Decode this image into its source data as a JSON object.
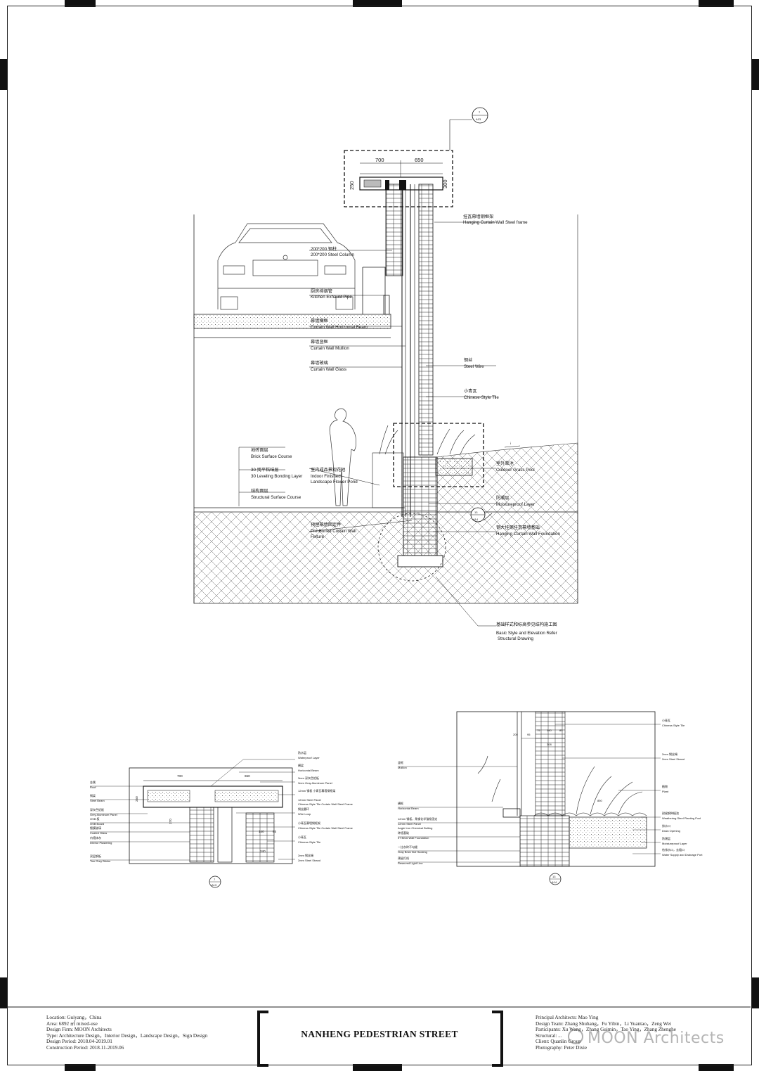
{
  "main_section": {
    "callout_top": {
      "num": "7",
      "sheet": "A13"
    },
    "callout_bottom": {
      "num": "13",
      "sheet": "A14"
    },
    "dims_top": [
      "700",
      "650"
    ],
    "dims_side": [
      "250",
      "300"
    ],
    "labels": [
      {
        "cn": "挂瓦幕墙钢框架",
        "en": "Hanging Curtain Wall Steel frame"
      },
      {
        "cn": "200*200 钢柱",
        "en": "200*200 Steel Column"
      },
      {
        "cn": "厨房排烟管",
        "en": "Kitchen Exhaust Pipe"
      },
      {
        "cn": "幕墙横框",
        "en": "Curtain Wall Horizontal Beam"
      },
      {
        "cn": "幕墙竖框",
        "en": "Curtain Wall Mullion"
      },
      {
        "cn": "幕墙玻璃",
        "en": "Curtain Wall Glass"
      },
      {
        "cn": "钢丝",
        "en": "Steel Wire"
      },
      {
        "cn": "小青瓦",
        "en": "Chinese-Style Tile"
      },
      {
        "cn": "地砖面层",
        "en": "Brick Surface Course"
      },
      {
        "cn": "30 找平粘结层",
        "en": "30 Leveling Bonding Layer"
      },
      {
        "cn": "结构面层",
        "en": "Structural Surface Course"
      },
      {
        "cn": "室内成品景观花池",
        "en": "Indoor Finished Landscape Flower Pond"
      },
      {
        "cn": "室外草池",
        "en": "Outdoor Grass Pool"
      },
      {
        "cn": "防潮层",
        "en": "Moistureproof Layer"
      },
      {
        "cn": "预埋幕墙固定件",
        "en": "Pre-Buried Curtain Wall Fixture"
      },
      {
        "cn": "钢大挂钢挂瓦幕墙基础",
        "en": "Hanging Curtain Wall Foundation"
      },
      {
        "cn": "基础样式和标高参见结构施工图",
        "en": "Basic Style and Elevation Refer Structural Drawing"
      }
    ],
    "slope_mark": "i"
  },
  "detail_left": {
    "callout": {
      "num": "7",
      "sheet": "A13"
    },
    "dims": [
      "700",
      "650",
      "250",
      "370",
      "140",
      "85",
      "240"
    ],
    "labels_left": [
      {
        "cn": "金属",
        "en": "Roof"
      },
      {
        "cn": "钢梁",
        "en": "Steel Beam"
      },
      {
        "cn": "深灰色铝板",
        "en": "Grey Aluminum Panel"
      },
      {
        "cn": "OSB 板",
        "en": "OSB Board"
      },
      {
        "cn": "镀膜玻璃",
        "en": "Coated Glass"
      },
      {
        "cn": "内墙抹灰",
        "en": "Interior Plastering"
      },
      {
        "cn": "双层钢板",
        "en": "Two Grey Bricks"
      }
    ],
    "labels_right": [
      {
        "cn": "防水层",
        "en": "Waterproof Layer"
      },
      {
        "cn": "横梁",
        "en": "Horizontal Beam"
      },
      {
        "cn": "3mm 深灰色铝板",
        "en": "3mm Gray Aluminum Panel"
      },
      {
        "cn": "12mm 钢板 小青瓦幕墙钢框架",
        "en": "12mm Steel Panel Chinese-Style Tile Curtain Wall Steel Frame"
      },
      {
        "cn": "钢丝圆环",
        "en": "Wire Loop"
      },
      {
        "cn": "小青瓦幕墙钢框架",
        "en": "Chinese-Style Tile Curtain Wall Steel Frame"
      },
      {
        "cn": "小青瓦",
        "en": "Chinese-Style Tile"
      },
      {
        "cn": "2mm 钢丝绳",
        "en": "2mm Steel Strand"
      }
    ]
  },
  "detail_right": {
    "callout": {
      "num": "13",
      "sheet": "A14"
    },
    "dims": [
      "200",
      "95",
      "75",
      "140",
      "85",
      "308",
      "850"
    ],
    "labels_left": [
      {
        "cn": "竖框",
        "en": "Mullion"
      },
      {
        "cn": "横框",
        "en": "Horizontal Beam"
      },
      {
        "cn": "12mm 钢板，角钢化学锚栓固定",
        "en": "12mm Steel Panel Angle Iron Chemical Bolting"
      },
      {
        "cn": "砖墙基础",
        "en": "37 Brick Wall Foundation"
      },
      {
        "cn": "一比灰砖不勾缝",
        "en": "Gray Brick Not Hooking"
      },
      {
        "cn": "预留灯线",
        "en": "Reserved Light Line"
      }
    ],
    "labels_right": [
      {
        "cn": "小青瓦",
        "en": "Chinese-Style Tile"
      },
      {
        "cn": "2mm 钢丝绳",
        "en": "2mm Steel Strand"
      },
      {
        "cn": "植物",
        "en": "Plant"
      },
      {
        "cn": "耐候钢种植池",
        "en": "Weathering Steel Planting Pool"
      },
      {
        "cn": "排水口",
        "en": "Drain Opening"
      },
      {
        "cn": "防潮层",
        "en": "Moistureproof Layer"
      },
      {
        "cn": "给排水口，去粗口",
        "en": "Water Supply and Drainage Port"
      }
    ]
  },
  "title_block": {
    "info_left": [
      "Location: Guiyang，China",
      "Area: 6892 ㎡ mixed-use",
      "Design Firm: MOON Architects",
      "Type: Architecture Design，Interior Design，Landscape Design，Sign Design",
      "Design Period: 2018.04-2019.01",
      "Construction Period: 2018.11-2019.06"
    ],
    "project_title": "NANHENG PEDESTRIAN STREET",
    "info_right": [
      "Principal Architects: Mao Ying",
      "Design Team: Zhang Shuhang，Fu Yibin，Li Yuantao，Zeng Wei",
      "Participants: Xu Wang，Zhang Guimin，Tao Ying，Zhang Zhenghe",
      "Structural: ...",
      "Client: Quanlin Group",
      "Photography: Peter Dixie"
    ],
    "watermark": "MOON Architects"
  }
}
